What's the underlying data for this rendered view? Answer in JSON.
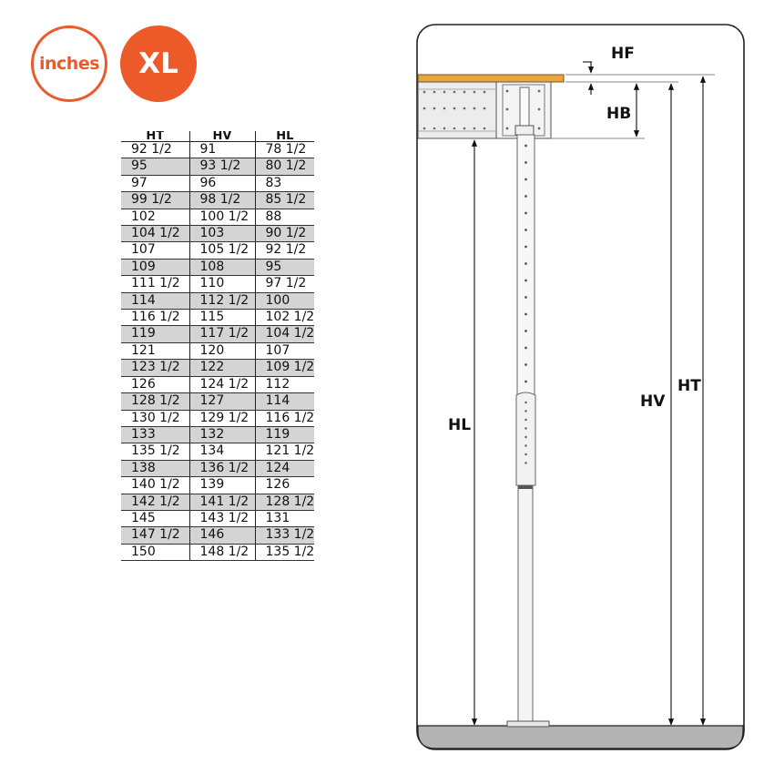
{
  "badges": {
    "units": "inches",
    "size": "XL"
  },
  "table": {
    "headers": [
      "HT",
      "HV",
      "HL"
    ],
    "rows": [
      [
        "92 1/2",
        "91",
        "78 1/2"
      ],
      [
        "95",
        "93 1/2",
        "80 1/2"
      ],
      [
        "97",
        "96",
        "83"
      ],
      [
        "99 1/2",
        "98 1/2",
        "85 1/2"
      ],
      [
        "102",
        "100 1/2",
        "88"
      ],
      [
        "104 1/2",
        "103",
        "90 1/2"
      ],
      [
        "107",
        "105 1/2",
        "92 1/2"
      ],
      [
        "109",
        "108",
        "95"
      ],
      [
        "111 1/2",
        "110",
        "97 1/2"
      ],
      [
        "114",
        "112 1/2",
        "100"
      ],
      [
        "116 1/2",
        "115",
        "102 1/2"
      ],
      [
        "119",
        "117 1/2",
        "104 1/2"
      ],
      [
        "121",
        "120",
        "107"
      ],
      [
        "123 1/2",
        "122",
        "109 1/2"
      ],
      [
        "126",
        "124 1/2",
        "112"
      ],
      [
        "128 1/2",
        "127",
        "114"
      ],
      [
        "130 1/2",
        "129 1/2",
        "116 1/2"
      ],
      [
        "133",
        "132",
        "119"
      ],
      [
        "135 1/2",
        "134",
        "121 1/2"
      ],
      [
        "138",
        "136 1/2",
        "124"
      ],
      [
        "140 1/2",
        "139",
        "126"
      ],
      [
        "142 1/2",
        "141 1/2",
        "128 1/2"
      ],
      [
        "145",
        "143 1/2",
        "131"
      ],
      [
        "147 1/2",
        "146",
        "133 1/2"
      ],
      [
        "150",
        "148 1/2",
        "135 1/2"
      ]
    ]
  },
  "diagram": {
    "labels": {
      "hf": "HF",
      "hb": "HB",
      "hl": "HL",
      "hv": "HV",
      "ht": "HT"
    }
  },
  "colors": {
    "accent": "#ec5a29",
    "floor_board": "#e6a640",
    "ground": "#b3b3b3",
    "stripe": "#d4d4d4"
  }
}
